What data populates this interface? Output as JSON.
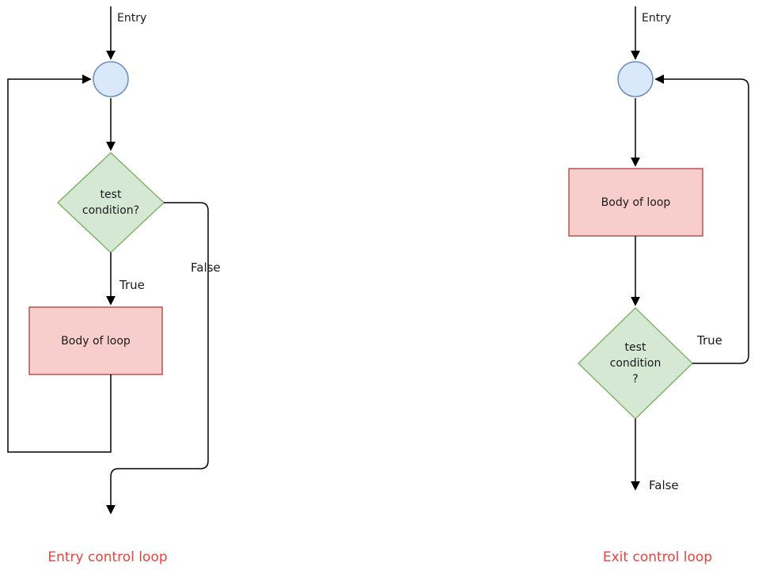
{
  "colors": {
    "connector": "#000000",
    "circle_fill": "#dae8fc",
    "circle_stroke": "#6c8ebf",
    "decision_fill": "#d5e8d4",
    "decision_stroke": "#82b366",
    "process_fill": "#f8cecc",
    "process_stroke": "#b85450",
    "caption_red": "#e8423d",
    "text": "#1a1a1a"
  },
  "left_chart": {
    "entry_label": "Entry",
    "decision_text": "test\ncondition?",
    "true_label": "True",
    "process_text": "Body of loop",
    "false_label": "False",
    "caption": "Entry control loop"
  },
  "right_chart": {
    "entry_label": "Entry",
    "process_text": "Body of loop",
    "decision_text": "test\ncondition\n?",
    "true_label": "True",
    "false_label": "False",
    "caption": "Exit control loop"
  }
}
